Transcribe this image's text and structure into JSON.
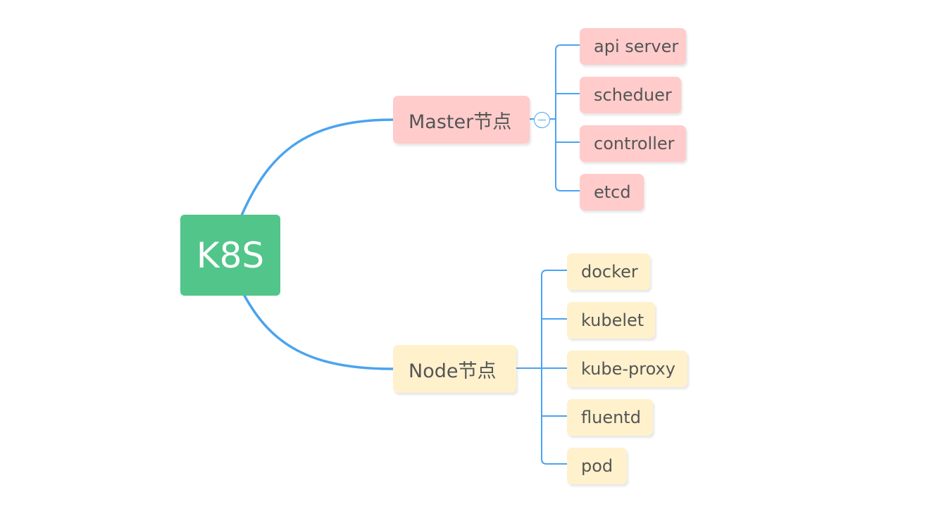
{
  "colors": {
    "root": "#52c58a",
    "master_group": "#ffcccb",
    "node_group": "#fff1cc",
    "connector": "#4aa3ef"
  },
  "mindmap": {
    "root": {
      "label": "K8S"
    },
    "master": {
      "label": "Master节点",
      "collapsed": false,
      "toggle_icon": "collapse-minus-icon",
      "children": [
        "api server",
        "scheduer",
        "controller",
        "etcd"
      ]
    },
    "node": {
      "label": "Node节点",
      "children": [
        "docker",
        "kubelet",
        "kube-proxy",
        "fluentd",
        "pod"
      ]
    }
  }
}
